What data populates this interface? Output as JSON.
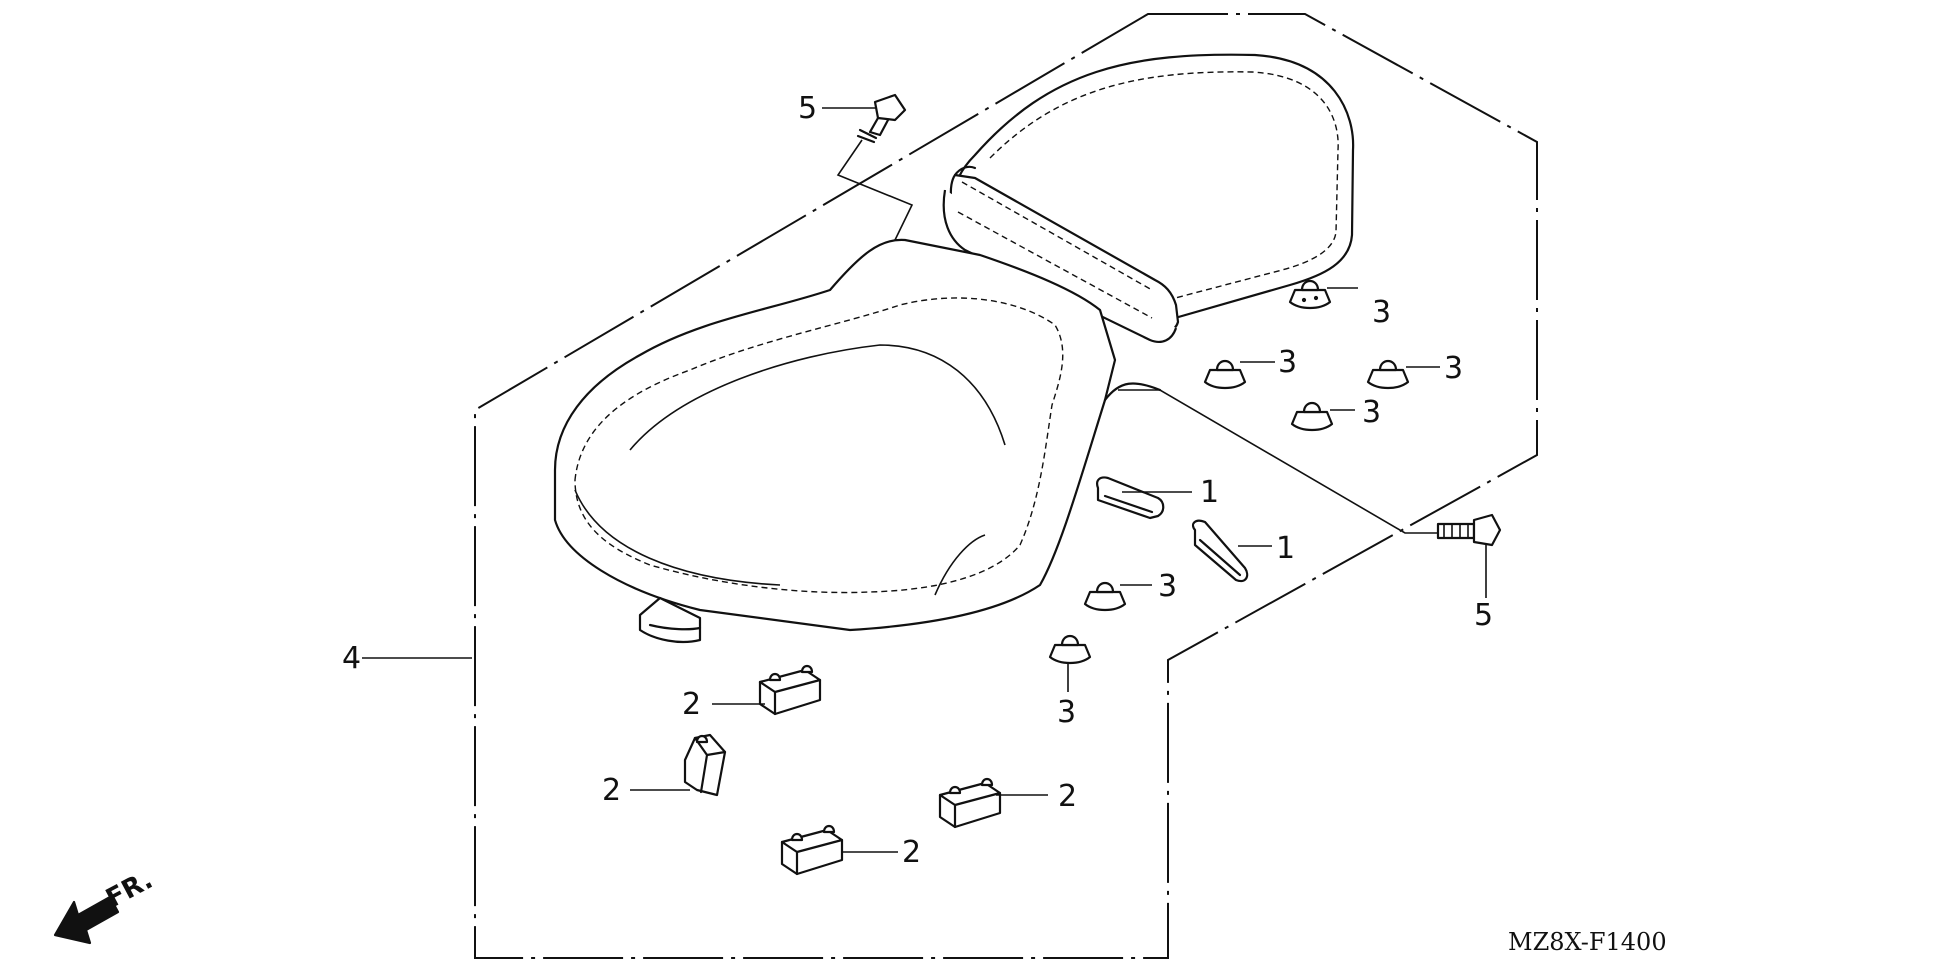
{
  "diagram": {
    "callouts": {
      "c1a": "1",
      "c1b": "1",
      "c2a": "2",
      "c2b": "2",
      "c2c": "2",
      "c2d": "2",
      "c3a": "3",
      "c3b": "3",
      "c3c": "3",
      "c3d": "3",
      "c3e": "3",
      "c3f": "3",
      "c4": "4",
      "c5a": "5",
      "c5b": "5"
    },
    "direction_label": "FR.",
    "figure_code": "MZ8X-F1400"
  }
}
